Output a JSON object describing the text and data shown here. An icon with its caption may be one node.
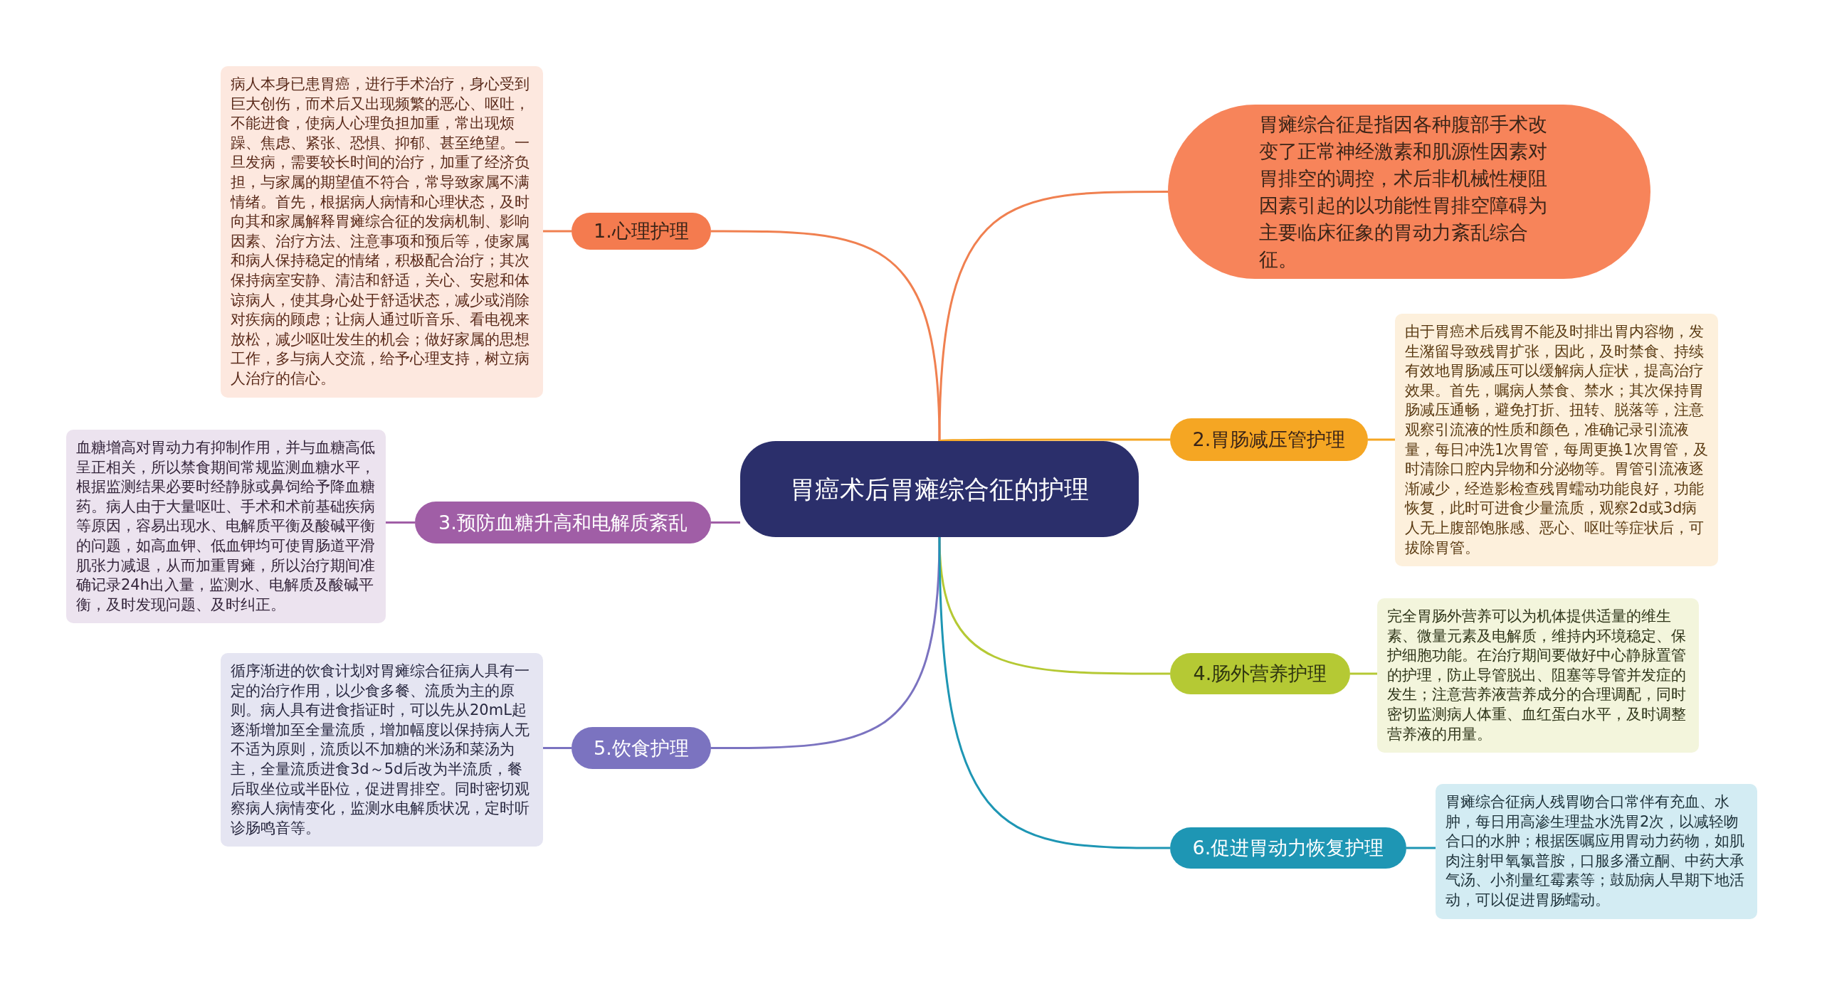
{
  "diagram": {
    "nodes": [
      {
        "text": [
          "胃癌术后胃瘫综合征的护理"
        ]
      },
      {
        "text": [
          "胃瘫综合征是指因各种腹部手术改变了正常神经激素和肌源性因素对胃排空的调控，术后非机械性梗阻因素引起的以功能性胃排空障碍为主要临床征象的胃动力紊乱综合征。"
        ]
      },
      {
        "text": [
          "1.心理护理"
        ]
      },
      {
        "text": [
          "病人本身已患胃癌，进行手术治疗，身心受到巨大创伤，而术后又出现频繁的恶心、呕吐，不能进食，使病人心理负担加重，常出现烦躁、焦虑、紧张、恐惧、抑郁、甚至绝望。一旦发病，需要较长时间的治疗，加重了经济负担，与家属的期望值不符合，常导致家属不满情绪。首先，根据病人病情和心理状态，及时向其和家属解释胃瘫综合征的发病机制、影响因素、治疗方法、注意事项和预后等，使家属和病人保持稳定的情绪，积极配合治疗；其次保持病室安静、清洁和舒适，关心、安慰和体谅病人，使其身心处于舒适状态，减少或消除对疾病的顾虑；让病人通过听音乐、看电视来放松，减少呕吐发生的机会；做好家属的思想工作，多与病人交流，给予心理支持，树立病人治疗的信心。"
        ]
      },
      {
        "text": [
          "2.胃肠减压管护理"
        ]
      },
      {
        "text": [
          "由于胃癌术后残胃不能及时排出胃内容物，发生潴留导致残胃扩张，因此，及时禁食、持续有效地胃肠减压可以缓解病人症状，提高治疗效果。首先，嘱病人禁食、禁水；其次保持胃肠减压通畅，避免打折、扭转、脱落等，注意观察引流液的性质和颜色，准确记录引流液量，每日冲洗1次胃管，每周更换1次胃管，及时清除口腔内异物和分泌物等。胃管引流液逐渐减少，经造影检查残胃蠕动功能良好，功能恢复，此时可进食少量流质，观察2d或3d病人无上腹部饱胀感、恶心、呕吐等症状后，可拔除胃管。"
        ]
      },
      {
        "text": [
          "3.预防血糖升高和电解质紊乱"
        ]
      },
      {
        "text": [
          "血糖增高对胃动力有抑制作用，并与血糖高低呈正相关，所以禁食期间常规监测血糖水平，根据监测结果必要时经静脉或鼻饲给予降血糖药。病人由于大量呕吐、手术和术前基础疾病等原因，容易出现水、电解质平衡及酸碱平衡的问题，如高血钾、低血钾均可使胃肠道平滑肌张力减退，从而加重胃瘫，所以治疗期间准确记录24h出入量，监测水、电解质及酸碱平衡，及时发现问题、及时纠正。"
        ]
      },
      {
        "text": [
          "4.肠外营养护理"
        ]
      },
      {
        "text": [
          "完全胃肠外营养可以为机体提供适量的维生素、微量元素及电解质，维持内环境稳定、保护细胞功能。在治疗期间要做好中心静脉置管的护理，防止导管脱出、阻塞等导管并发症的发生；注意营养液营养成分的合理调配，同时密切监测病人体重、血红蛋白水平，及时调整营养液的用量。"
        ]
      },
      {
        "text": [
          "5.饮食护理"
        ]
      },
      {
        "text": [
          "循序渐进的饮食计划对胃瘫综合征病人具有一定的治疗作用，以少食多餐、流质为主的原则。病人具有进食指证时，可以先从20mL起逐渐增加至全量流质，增加幅度以保持病人无不适为原则，流质以不加糖的米汤和菜汤为主，全量流质进食3d～5d后改为半流质，餐后取坐位或半卧位，促进胃排空。同时密切观察病人病情变化，监测水电解质状况，定时听诊肠鸣音等。"
        ]
      },
      {
        "text": [
          "6.促进胃动力恢复护理"
        ]
      },
      {
        "text": [
          "胃瘫综合征病人残胃吻合口常伴有充血、水肿，每日用高渗生理盐水洗胃2次，以减轻吻合口的水肿；根据医嘱应用胃动力药物，如肌肉注射甲氧氯普胺，口服多潘立酮、中药大承气汤、小剂量红霉素等；鼓励病人早期下地活动，可以促进胃肠蠕动。"
        ]
      }
    ],
    "edges": [
      {
        "from": 0,
        "to": 1,
        "arrow": "none",
        "color": "#f08050"
      },
      {
        "from": 0,
        "to": 2,
        "arrow": "none",
        "color": "#f08050"
      },
      {
        "from": 0,
        "to": 4,
        "arrow": "none",
        "color": "#f5a623"
      },
      {
        "from": 0,
        "to": 6,
        "arrow": "none",
        "color": "#a05ea6"
      },
      {
        "from": 0,
        "to": 8,
        "arrow": "none",
        "color": "#b5c934"
      },
      {
        "from": 0,
        "to": 10,
        "arrow": "none",
        "color": "#7b73c0"
      },
      {
        "from": 0,
        "to": 12,
        "arrow": "none",
        "color": "#1e96b4"
      },
      {
        "from": 2,
        "to": 3,
        "arrow": "none",
        "color": "#f08050"
      },
      {
        "from": 4,
        "to": 5,
        "arrow": "none",
        "color": "#f5a623"
      },
      {
        "from": 6,
        "to": 7,
        "arrow": "none",
        "color": "#a05ea6"
      },
      {
        "from": 8,
        "to": 9,
        "arrow": "none",
        "color": "#b5c934"
      },
      {
        "from": 10,
        "to": 11,
        "arrow": "none",
        "color": "#7b73c0"
      },
      {
        "from": 12,
        "to": 13,
        "arrow": "none",
        "color": "#1e96b4"
      }
    ]
  }
}
